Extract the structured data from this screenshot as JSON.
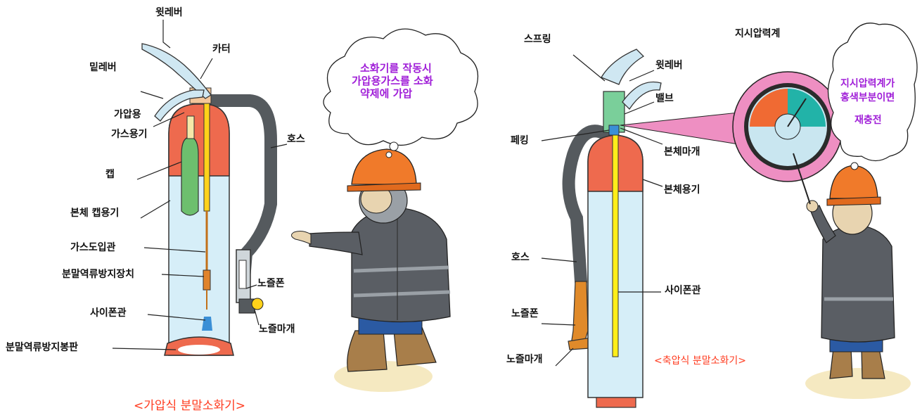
{
  "left_diagram": {
    "caption": "<가압식 분말소화기>",
    "labels": {
      "top_lever": "윗레버",
      "bottom_lever": "밑레버",
      "cutter": "카터",
      "gas_container_1": "가압용",
      "gas_container_2": "가스용기",
      "cap": "캡",
      "body_cap_container": "본체 캡용기",
      "hose": "호스",
      "gas_inlet_tube": "가스도입관",
      "backflow_device": "분말역류방지장치",
      "nozzle": "노즐폰",
      "siphon_tube": "사이폰관",
      "nozzle_cap": "노즐마개",
      "backflow_plate": "분말역류방지봉판"
    },
    "bubble": {
      "line1": "소화기를 작동시",
      "line2": "가압용가스를 소화",
      "line3": "약제에 가압"
    }
  },
  "right_diagram": {
    "caption": "<축압식 분말소화기>",
    "labels": {
      "spring": "스프링",
      "top_lever": "윗레버",
      "valve": "밸브",
      "packing": "페킹",
      "body_cap": "본체마개",
      "body_container": "본체용기",
      "hose": "호스",
      "siphon_tube": "사이폰관",
      "nozzle": "노즐폰",
      "nozzle_cap": "노즐마개",
      "gauge_title": "지시압력계"
    },
    "bubble": {
      "line1": "지시압력계가",
      "line2": "홍색부분이면",
      "line3": "재충전"
    }
  },
  "colors": {
    "extinguisher_red": "#ee6a4e",
    "body_light_blue": "#d6eef8",
    "hose_gray": "#555a5e",
    "caption_red": "#ff3b1f",
    "bubble_text_purple": "#a01fd8",
    "helmet_orange": "#f07a2a",
    "gauge_pink": "#ee8fc2",
    "gauge_red": "#f06a33",
    "gauge_teal": "#22b3a8",
    "gas_cylinder_green": "#6dbf6e"
  }
}
